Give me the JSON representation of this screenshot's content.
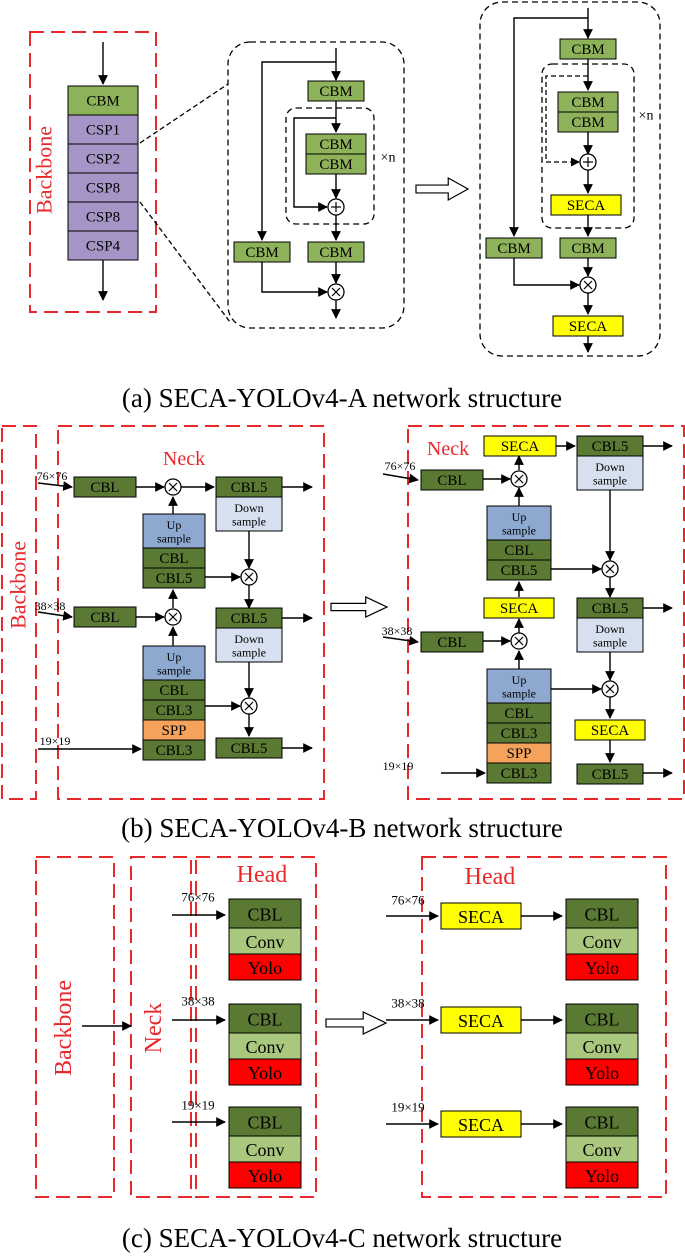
{
  "captions": {
    "a": "(a) SECA-YOLOv4-A network structure",
    "b": "(b) SECA-YOLOv4-B network structure",
    "c": "(c) SECA-YOLOv4-C network structure"
  },
  "labels": {
    "backbone": "Backbone",
    "neck": "Neck",
    "head": "Head",
    "times_n": "×n",
    "plus": "+",
    "times": "×"
  },
  "blocks": {
    "cbm": "CBM",
    "csp1": "CSP1",
    "csp2": "CSP2",
    "csp8": "CSP8",
    "csp4": "CSP4",
    "seca": "SECA",
    "cbl": "CBL",
    "cbl3": "CBL3",
    "cbl5": "CBL5",
    "spp": "SPP",
    "up_sample_1": "Up",
    "up_sample_2": "sample",
    "down_sample_1": "Down",
    "down_sample_2": "sample",
    "conv": "Conv",
    "yolo": "Yolo"
  },
  "scales": {
    "s76": "76×76",
    "s38": "38×38",
    "s19": "19×19"
  },
  "colors": {
    "cbm_green": "#8db25a",
    "csp_purple": "#a594c6",
    "seca_yellow": "#ffff00",
    "dark_green": "#5a7a34",
    "light_green": "#a9c77d",
    "up_blue": "#8ea9d0",
    "down_blue": "#d6e0ee",
    "spp_orange": "#f5a35c",
    "yolo_red": "#ff0000",
    "dash_red": "#e8292c",
    "black": "#000000"
  }
}
